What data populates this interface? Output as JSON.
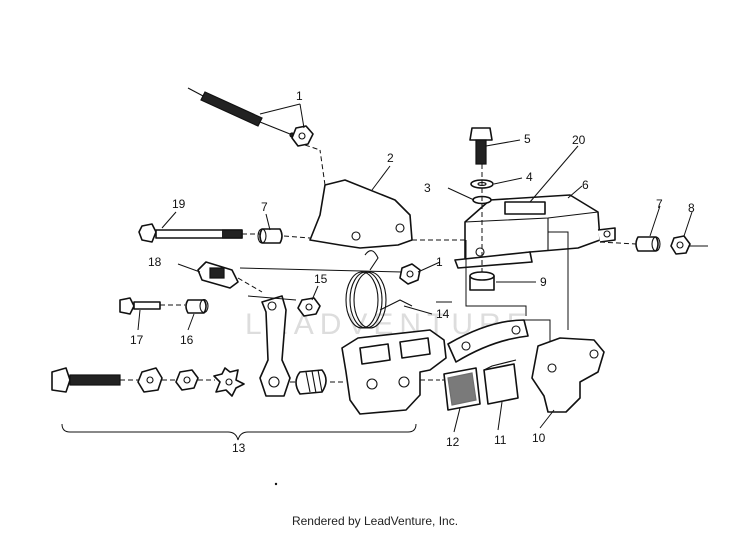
{
  "callouts": {
    "c1a": "1",
    "c1b": "1",
    "c2": "2",
    "c3": "3",
    "c4": "4",
    "c5": "5",
    "c6": "6",
    "c7a": "7",
    "c7b": "7",
    "c8": "8",
    "c9": "9",
    "c10": "10",
    "c11": "11",
    "c12": "12",
    "c13": "13",
    "c14": "14",
    "c15": "15",
    "c16": "16",
    "c17": "17",
    "c18": "18",
    "c19": "19",
    "c20": "20"
  },
  "watermark": "LEADVENTURE",
  "footer": "Rendered by LeadVenture, Inc."
}
